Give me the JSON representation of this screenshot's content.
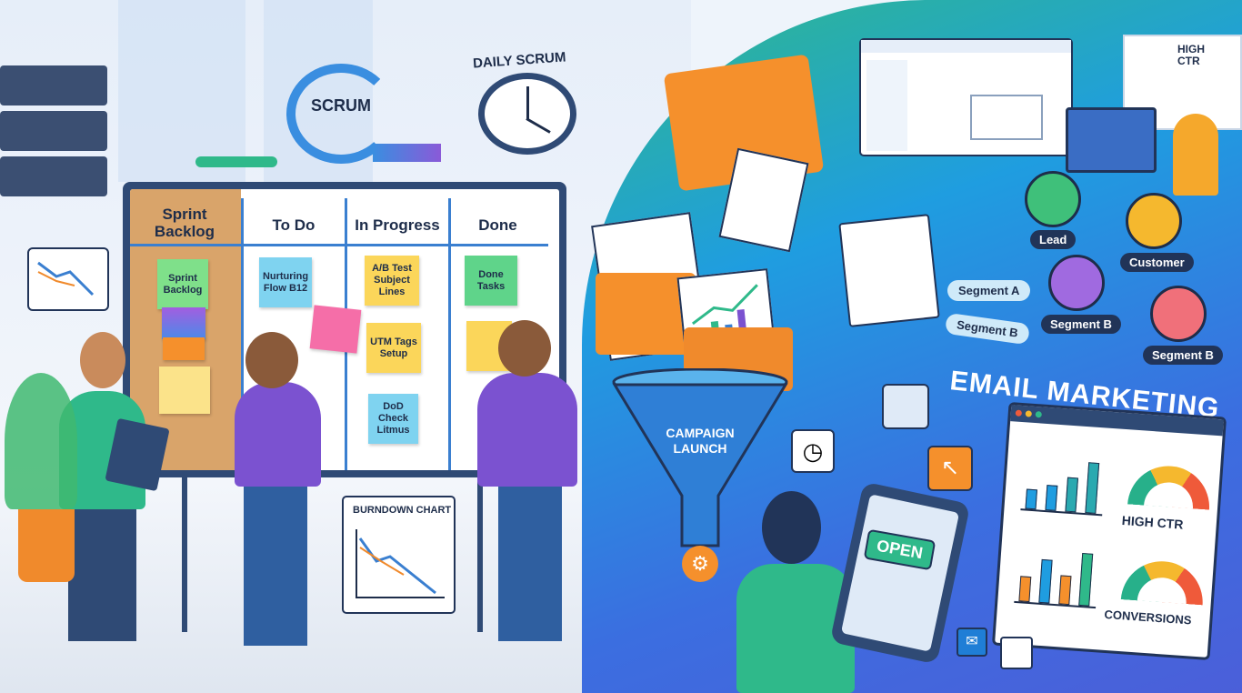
{
  "scrum": {
    "cycle_label": "SCRUM",
    "clock_label": "DAILY SCRUM",
    "board": {
      "columns": [
        "Sprint Backlog",
        "To Do",
        "In Progress",
        "Done"
      ],
      "notes": {
        "backlog": "Sprint Backlog",
        "todo": "Nurturing Flow B12",
        "in_progress": [
          "A/B Test Subject Lines",
          "UTM Tags Setup",
          "DoD Check Litmus"
        ],
        "done": "Done Tasks"
      }
    },
    "burndown_title": "BURNDOWN CHART"
  },
  "campaign": {
    "funnel_label": "CAMPAIGN LAUNCH",
    "segments": {
      "lead": "Lead",
      "customer": "Customer",
      "segment_a": "Segment A",
      "segment_b_arrow": "Segment B",
      "segment_b_1": "Segment B",
      "segment_b_2": "Segment B"
    },
    "title": "EMAIL MARKETING",
    "open_button": "OPEN",
    "dashboard": {
      "gauge_1": "HIGH CTR",
      "gauge_2": "CONVERSIONS"
    },
    "top_right_label": "HIGH CTR"
  },
  "colors": {
    "accent_blue": "#1f9de0",
    "accent_green": "#2fb98a",
    "navy": "#213458",
    "sticky_yellow": "#fbd65a"
  }
}
